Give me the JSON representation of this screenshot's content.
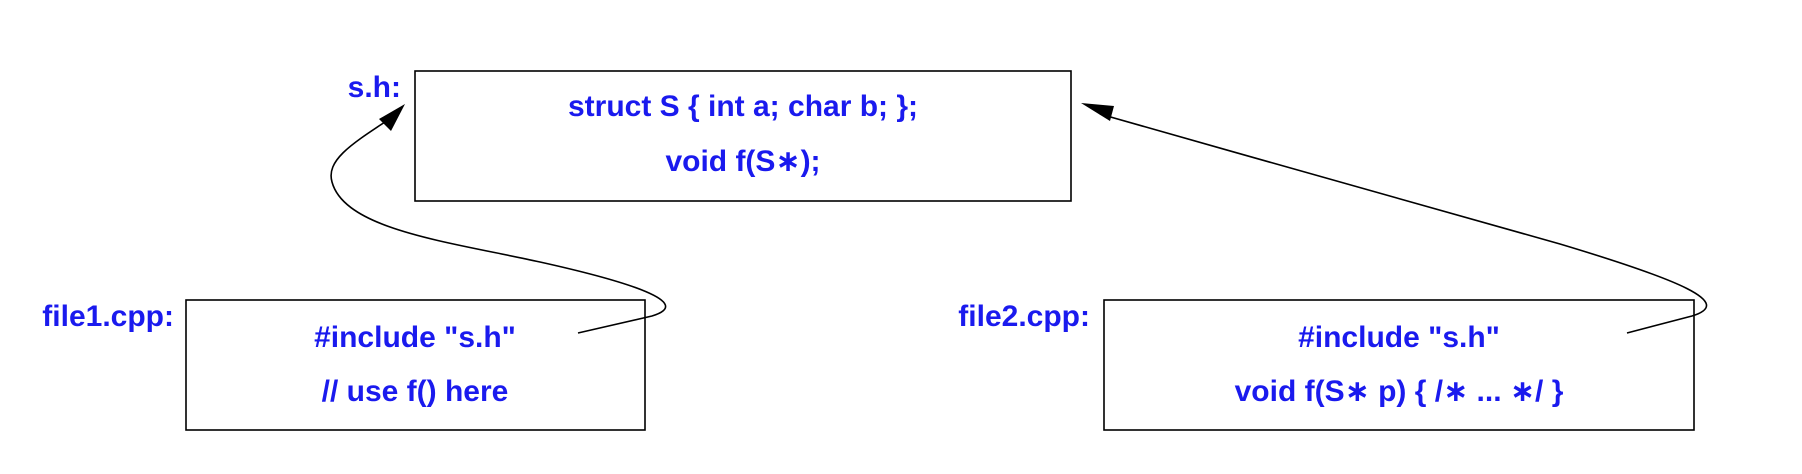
{
  "colors": {
    "code_text": "#1a1aee",
    "box_border": "#000000",
    "arrow": "#000000"
  },
  "header_file": {
    "label": "s.h:",
    "lines": [
      "struct S { int a; char b; };",
      "void f(S∗);"
    ]
  },
  "file1": {
    "label": "file1.cpp:",
    "lines": [
      "#include \"s.h\"",
      "// use f() here"
    ]
  },
  "file2": {
    "label": "file2.cpp:",
    "lines": [
      "#include \"s.h\"",
      "void f(S∗ p) { /∗ ... ∗/ }"
    ]
  }
}
